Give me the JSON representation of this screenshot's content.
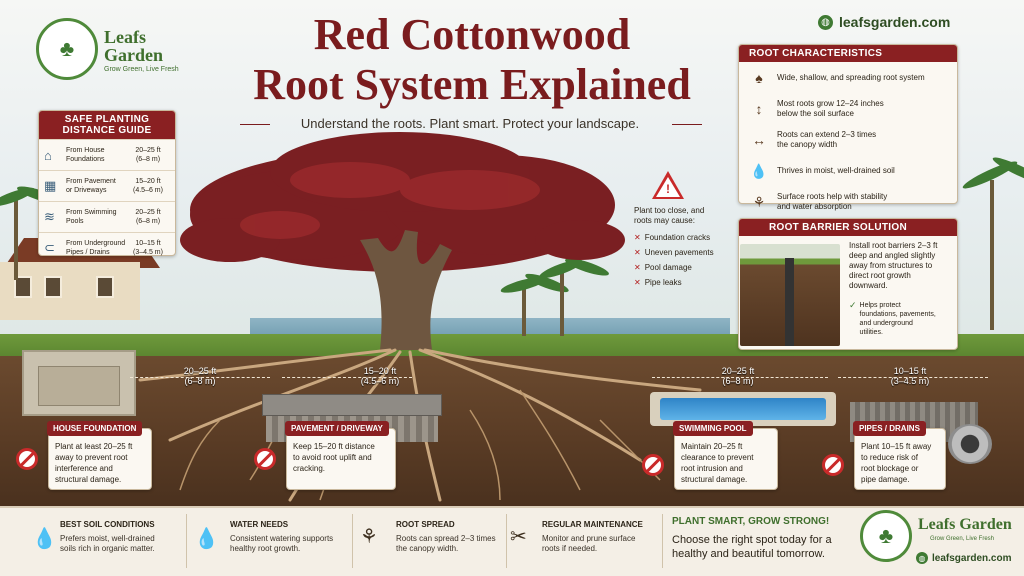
{
  "header": {
    "title_line1": "Red Cottonwood",
    "title_line2": "Root System Explained",
    "subtitle": "Understand the roots. Plant smart. Protect your landscape.",
    "website": "leafsgarden.com"
  },
  "brand": {
    "name_line1": "Leafs",
    "name_line2": "Garden",
    "name_full": "Leafs Garden",
    "tagline": "Grow Green, Live Fresh",
    "colors": {
      "accent_red": "#8a2022",
      "brand_green": "#3f6f2d",
      "warning_red": "#c92a2a"
    }
  },
  "distance_guide": {
    "title_line1": "SAFE PLANTING",
    "title_line2": "DISTANCE GUIDE",
    "rows": [
      {
        "icon": "house-icon",
        "label_line1": "From House",
        "label_line2": "Foundations",
        "value_ft": "20–25 ft",
        "value_m": "(6–8 m)"
      },
      {
        "icon": "pavement-icon",
        "label_line1": "From Pavement",
        "label_line2": "or Driveways",
        "value_ft": "15–20 ft",
        "value_m": "(4.5–6 m)"
      },
      {
        "icon": "pool-icon",
        "label_line1": "From Swimming",
        "label_line2": "Pools",
        "value_ft": "20–25 ft",
        "value_m": "(6–8 m)"
      },
      {
        "icon": "pipe-icon",
        "label_line1": "From Underground",
        "label_line2": "Pipes / Drains",
        "value_ft": "10–15 ft",
        "value_m": "(3–4.5 m)"
      }
    ]
  },
  "characteristics": {
    "title": "ROOT CHARACTERISTICS",
    "items": [
      {
        "icon": "tree-icon",
        "line1": "Wide, shallow, and spreading root system",
        "line2": ""
      },
      {
        "icon": "depth-icon",
        "line1": "Most roots grow 12–24 inches",
        "line2": "below the soil surface"
      },
      {
        "icon": "arrows-icon",
        "line1": "Roots can extend 2–3 times",
        "line2": "the canopy width"
      },
      {
        "icon": "drop-icon",
        "line1": "Thrives in moist, well-drained soil",
        "line2": ""
      },
      {
        "icon": "roots-icon",
        "line1": "Surface roots help with stability",
        "line2": "and water absorption"
      }
    ]
  },
  "warning": {
    "intro_line1": "Plant too close, and",
    "intro_line2": "roots may cause:",
    "items": [
      "Foundation cracks",
      "Uneven pavements",
      "Pool damage",
      "Pipe leaks"
    ]
  },
  "barrier": {
    "title": "ROOT BARRIER SOLUTION",
    "text_lines": [
      "Install root barriers 2–3 ft",
      "deep and angled slightly",
      "away from structures to",
      "direct root growth",
      "downward."
    ],
    "note_lines": [
      "Helps protect",
      "foundations, pavements,",
      "and underground",
      "utilities."
    ]
  },
  "distances": [
    {
      "ft": "20–25 ft",
      "m": "(6–8 m)"
    },
    {
      "ft": "15–20 ft",
      "m": "(4.5–6 m)"
    },
    {
      "ft": "20–25 ft",
      "m": "(6–8 m)"
    },
    {
      "ft": "10–15 ft",
      "m": "(3–4.5 m)"
    }
  ],
  "structures": [
    {
      "title": "HOUSE FOUNDATION",
      "lines": [
        "Plant at least 20–25 ft",
        "away to prevent root",
        "interference and",
        "structural damage."
      ]
    },
    {
      "title": "PAVEMENT / DRIVEWAY",
      "lines": [
        "Keep 15–20 ft distance",
        "to avoid root uplift and",
        "cracking."
      ]
    },
    {
      "title": "SWIMMING POOL",
      "lines": [
        "Maintain 20–25 ft",
        "clearance to prevent",
        "root intrusion and",
        "structural damage."
      ]
    },
    {
      "title": "PIPES / DRAINS",
      "lines": [
        "Plant 10–15 ft away",
        "to reduce risk of",
        "root blockage or",
        "pipe damage."
      ]
    }
  ],
  "footer": {
    "items": [
      {
        "icon": "soil-drop-icon",
        "title": "BEST SOIL CONDITIONS",
        "lines": [
          "Prefers moist, well-drained",
          "soils rich in organic matter."
        ]
      },
      {
        "icon": "water-drops-icon",
        "title": "WATER NEEDS",
        "lines": [
          "Consistent watering supports",
          "healthy root growth."
        ]
      },
      {
        "icon": "root-spread-icon",
        "title": "ROOT SPREAD",
        "lines": [
          "Roots can spread 2–3 times",
          "the canopy width."
        ]
      },
      {
        "icon": "pruner-icon",
        "title": "REGULAR MAINTENANCE",
        "lines": [
          "Monitor and prune surface",
          "roots if needed."
        ]
      }
    ],
    "cta_title": "PLANT SMART, GROW STRONG!",
    "cta_lines": [
      "Choose the right spot today for a",
      "healthy and beautiful tomorrow."
    ]
  }
}
